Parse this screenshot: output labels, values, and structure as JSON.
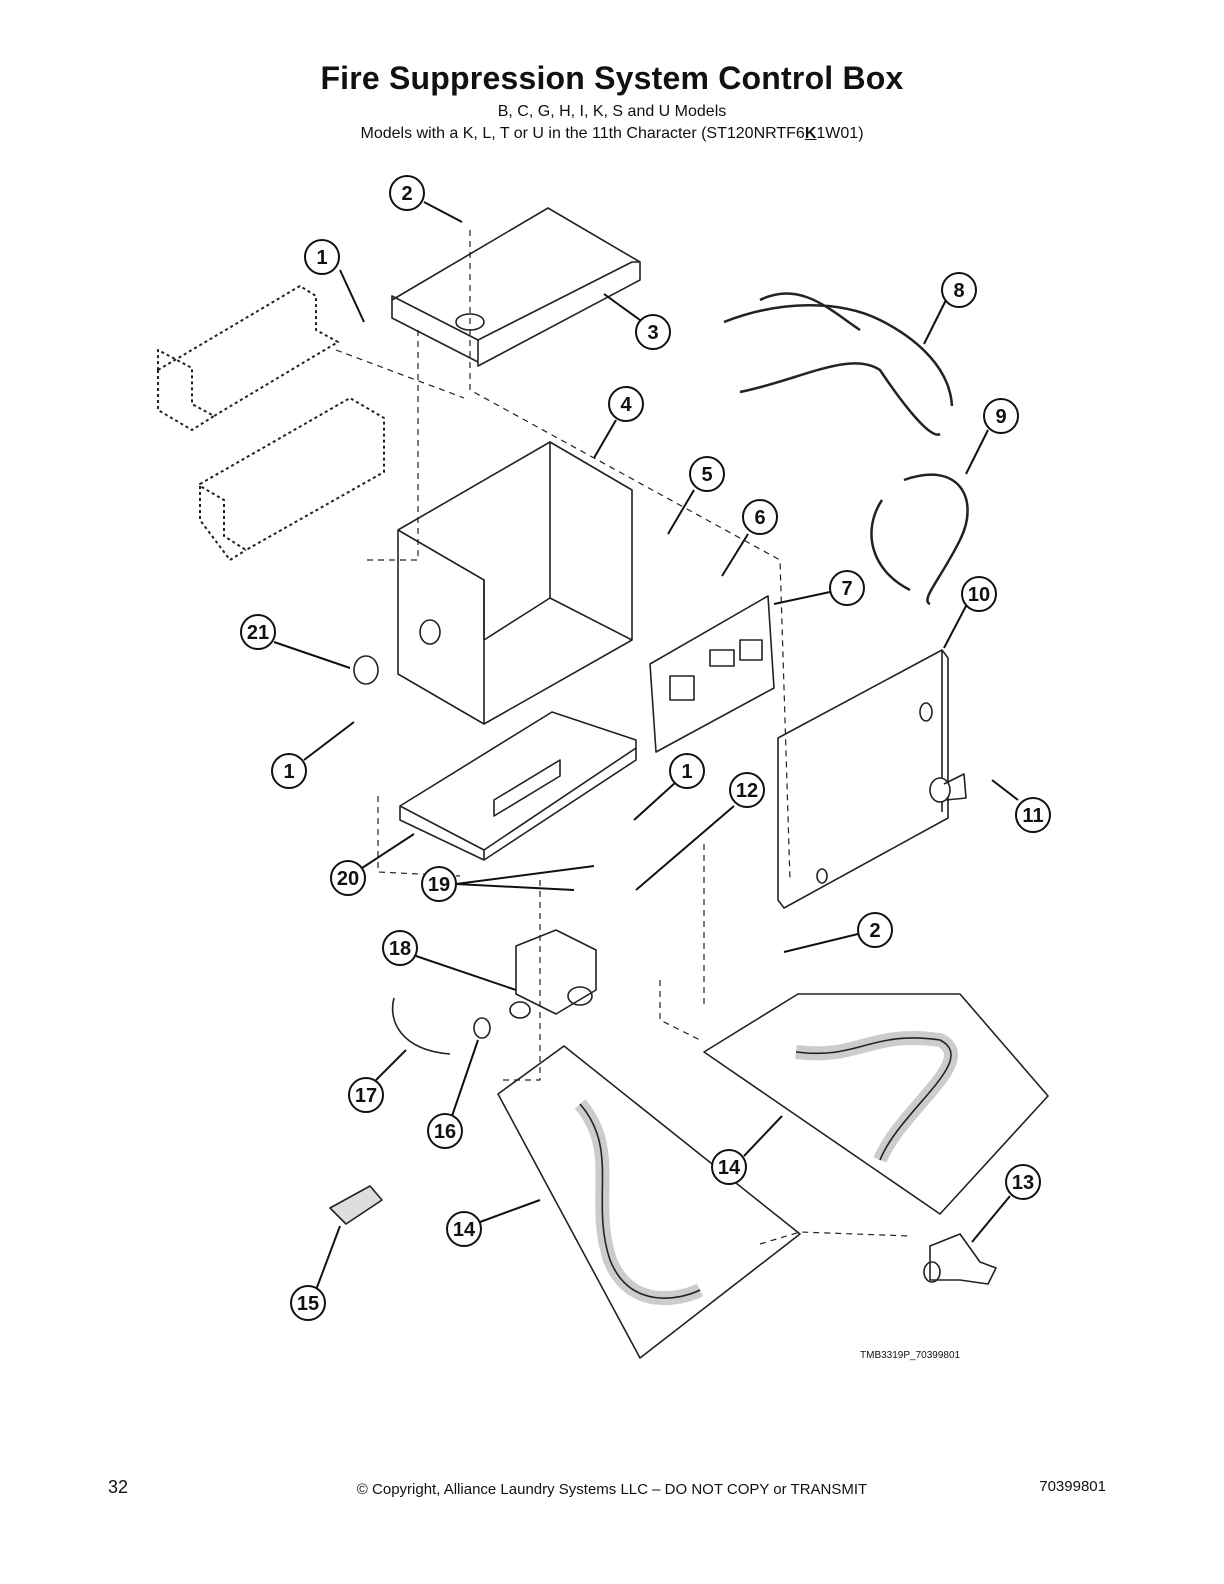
{
  "title": "Fire Suppression System Control Box",
  "subtitle1": "B, C, G, H, I, K, S and U Models",
  "subtitle2_pre": "Models with a K, L, T or U in the 11th Character (ST120NRTF6",
  "subtitle2_bold": "K",
  "subtitle2_post": "1W01)",
  "figure_id": "TMB3319P_70399801",
  "page_number": "32",
  "copyright": "© Copyright, Alliance Laundry Systems LLC – DO NOT COPY or TRANSMIT",
  "doc_number": "70399801",
  "callouts": [
    "1",
    "2",
    "3",
    "4",
    "5",
    "6",
    "7",
    "8",
    "9",
    "10",
    "11",
    "12",
    "13",
    "14",
    "15",
    "16",
    "17",
    "18",
    "19",
    "20",
    "21"
  ]
}
